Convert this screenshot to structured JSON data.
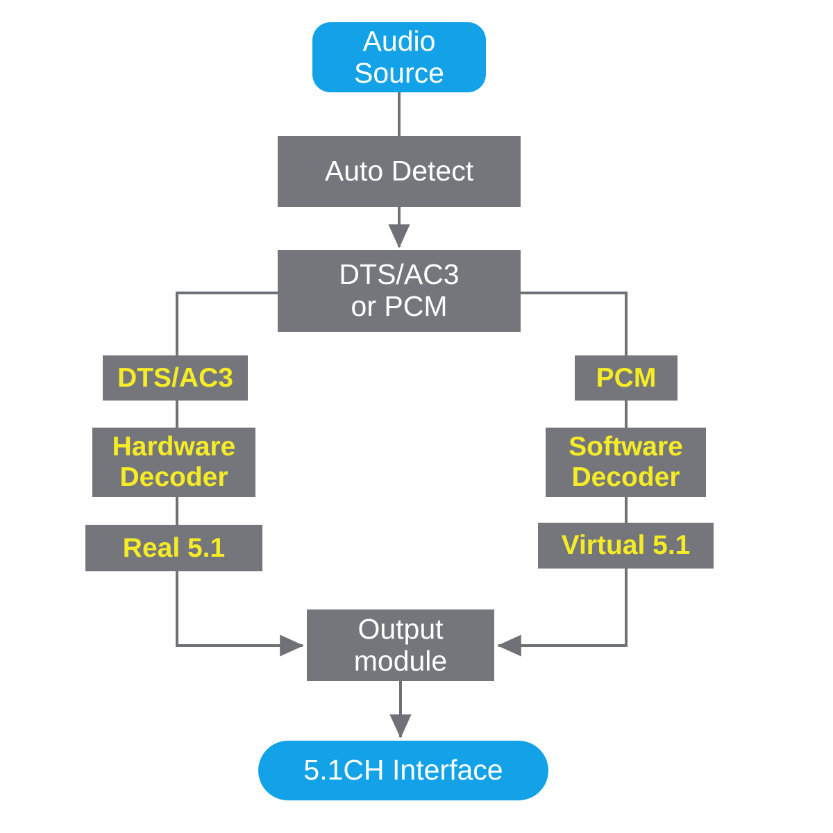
{
  "diagram": {
    "title": "Audio decoding signal path flowchart",
    "colors": {
      "blue": "#13a2e8",
      "gray": "#74767c",
      "yellow_text": "#f5ec26",
      "white_text": "#ffffff",
      "connector": "#6f7177",
      "background": "#ffffff"
    },
    "nodes": {
      "audio_source": "Audio\nSource",
      "auto_detect": "Auto Detect",
      "format_check": "DTS/AC3\nor PCM",
      "dts_ac3": "DTS/AC3",
      "hardware_decoder": "Hardware\nDecoder",
      "real_51": "Real 5.1",
      "pcm": "PCM",
      "software_decoder": "Software\nDecoder",
      "virtual_51": "Virtual 5.1",
      "output_module": "Output\nmodule",
      "interface": "5.1CH Interface"
    },
    "edges": [
      {
        "from": "audio_source",
        "to": "auto_detect",
        "arrow": false
      },
      {
        "from": "auto_detect",
        "to": "format_check",
        "arrow": true
      },
      {
        "from": "format_check",
        "to": "dts_ac3",
        "arrow": false
      },
      {
        "from": "dts_ac3",
        "to": "hardware_decoder",
        "arrow": false
      },
      {
        "from": "hardware_decoder",
        "to": "real_51",
        "arrow": false
      },
      {
        "from": "real_51",
        "to": "output_module",
        "arrow": true
      },
      {
        "from": "format_check",
        "to": "pcm",
        "arrow": false
      },
      {
        "from": "pcm",
        "to": "software_decoder",
        "arrow": false
      },
      {
        "from": "software_decoder",
        "to": "virtual_51",
        "arrow": false
      },
      {
        "from": "virtual_51",
        "to": "output_module",
        "arrow": true
      },
      {
        "from": "output_module",
        "to": "interface",
        "arrow": true
      }
    ]
  }
}
